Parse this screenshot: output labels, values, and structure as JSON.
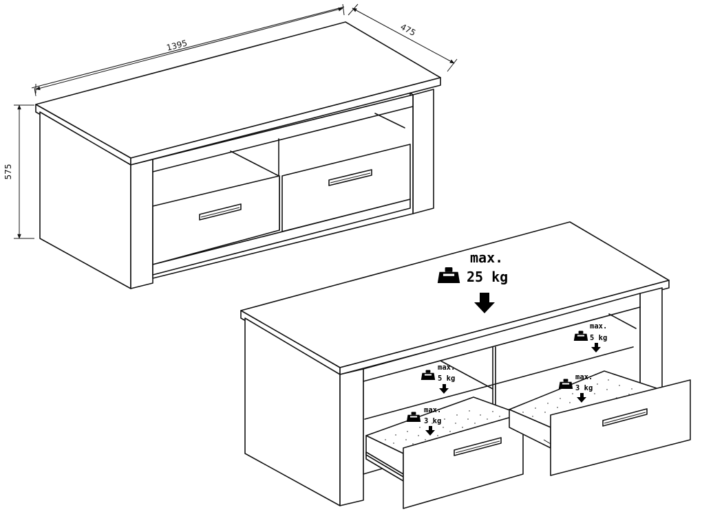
{
  "dimensions": {
    "width": "1395",
    "depth": "475",
    "height": "575"
  },
  "load_limits": {
    "top": {
      "line1": "max.",
      "line2": "25 kg"
    },
    "shelf_right": {
      "line1": "max.",
      "line2": "5 kg"
    },
    "shelf_left": {
      "line1": "max.",
      "line2": "5 kg"
    },
    "drawer_left": {
      "line1": "max.",
      "line2": "3 kg"
    },
    "drawer_right": {
      "line1": "max.",
      "line2": "3 kg"
    }
  },
  "icons": {
    "weight": "weight-icon",
    "arrow": "arrow-down-icon"
  }
}
